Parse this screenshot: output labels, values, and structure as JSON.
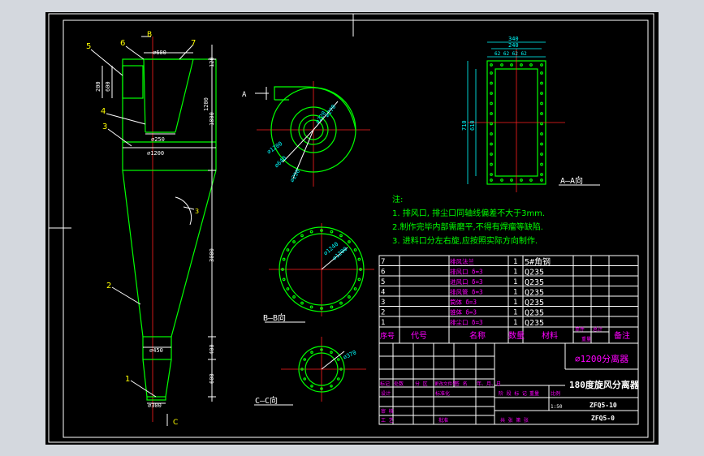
{
  "section_marks": {
    "b_top": "B",
    "c_bottom": "C",
    "a_left": "A"
  },
  "balloons": [
    "5",
    "6",
    "7",
    "4",
    "3",
    "2",
    "1"
  ],
  "front_dims": {
    "d600": "⌀600",
    "d250": "⌀250",
    "d1200": "⌀1200",
    "d450": "⌀450",
    "d300": "⌀300",
    "h120": "120",
    "h200": "200",
    "h600": "600",
    "h1200": "1200",
    "h1800": "1800",
    "h3000": "3000",
    "h400": "400",
    "h600b": "600"
  },
  "top_view": {
    "label_a": "A",
    "dims": [
      "⌀1200",
      "⌀640",
      "⌀250",
      "⌀270",
      "⌀220"
    ]
  },
  "view_labels": {
    "a_view": "A—A向",
    "b_view": "B—B向",
    "c_view": "C—C向"
  },
  "bb_dims": [
    "⌀1240",
    "⌀1200"
  ],
  "cc_dims": [
    "⌀370"
  ],
  "aa_dims": {
    "w340": "340",
    "w240": "240",
    "top_row": "62 62 62 62",
    "h710": "710",
    "h610": "610"
  },
  "notes": {
    "heading": "注:",
    "items": [
      "1. 排风口, 排尘口同轴线偏差不大于3mm.",
      "2.制作完毕内部需磨平,不得有焊瘤等缺陷.",
      "3. 进料口分左右旋,应按照实际方向制作."
    ]
  },
  "bom": {
    "rows": [
      {
        "no": "7",
        "name": "排风法兰",
        "qty": "1",
        "material": "5#角钢"
      },
      {
        "no": "6",
        "name": "排风口 δ=3",
        "qty": "1",
        "material": "Q235"
      },
      {
        "no": "5",
        "name": "进风口 δ=3",
        "qty": "1",
        "material": "Q235"
      },
      {
        "no": "4",
        "name": "排风管 δ=3",
        "qty": "1",
        "material": "Q235"
      },
      {
        "no": "3",
        "name": "筒体 δ=3",
        "qty": "1",
        "material": "Q235"
      },
      {
        "no": "2",
        "name": "锥体 δ=3",
        "qty": "1",
        "material": "Q235"
      },
      {
        "no": "1",
        "name": "排尘口 δ=3",
        "qty": "1",
        "material": "Q235"
      }
    ],
    "headers": {
      "no": "序号",
      "code": "代号",
      "name": "名称",
      "qty": "数量",
      "material": "材料",
      "unit_w": "单件",
      "total_w": "总计",
      "weight": "重量",
      "remark": "备注"
    }
  },
  "title_block": {
    "part_name": "⌀1200分离器",
    "drawing_name": "180度旋风分离器",
    "drawing_no_1": "ZFQ5-10",
    "drawing_no_2": "ZFQ5-0",
    "scale": "1:50",
    "mark_labels": [
      "标记",
      "处数",
      "分 区",
      "更改文件号",
      "签 名",
      "年、月、日"
    ],
    "design": "设计",
    "standardize": "标准化",
    "review": "审 核",
    "process": "工 艺",
    "approve": "批准",
    "stage": "阶 段 标 记",
    "weight": "重量",
    "ratio": "比例",
    "sheets": "共   张   第   张"
  }
}
